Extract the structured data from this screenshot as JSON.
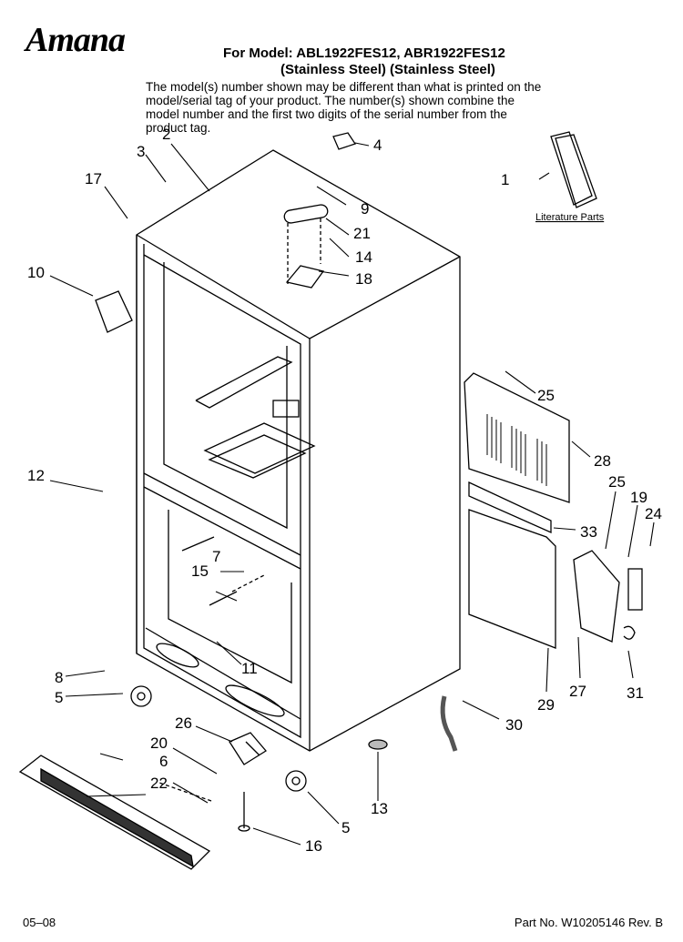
{
  "brand": "Amana",
  "header": {
    "model_line": "For Model: ABL1922FES12, ABR1922FES12",
    "finish_line": "(Stainless Steel) (Stainless Steel)",
    "description": "The model(s) number shown may be different than what is printed on the model/serial tag of your product. The number(s) shown combine the model number and the first two digits of the serial number from the product tag."
  },
  "literature_label": "Literature Parts",
  "callouts": {
    "c1": "1",
    "c2": "2",
    "c3": "3",
    "c4": "4",
    "c5a": "5",
    "c5b": "5",
    "c6": "6",
    "c7": "7",
    "c8": "8",
    "c9": "9",
    "c10": "10",
    "c11": "11",
    "c12": "12",
    "c13": "13",
    "c14": "14",
    "c15": "15",
    "c16": "16",
    "c17": "17",
    "c18": "18",
    "c19": "19",
    "c20": "20",
    "c21": "21",
    "c22": "22",
    "c24": "24",
    "c25a": "25",
    "c25b": "25",
    "c26": "26",
    "c27": "27",
    "c28": "28",
    "c29": "29",
    "c30": "30",
    "c31": "31",
    "c33": "33"
  },
  "footer": {
    "date": "05–08",
    "part_no": "Part No. W10205146 Rev. B"
  }
}
